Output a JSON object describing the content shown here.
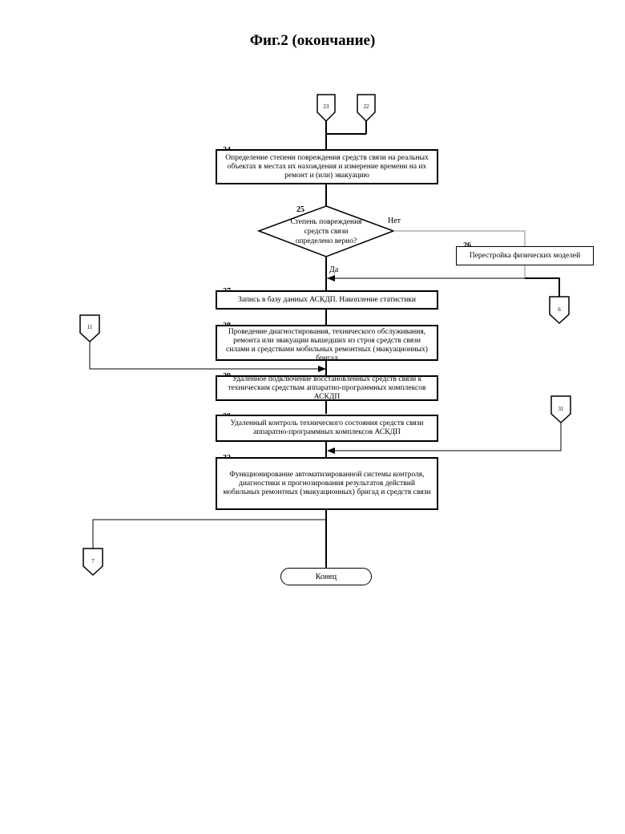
{
  "title": "Фиг.2 (окончание)",
  "connectors": {
    "c23": "23",
    "c22": "22",
    "c6": "6",
    "c11": "11",
    "c31": "31",
    "c7": "7"
  },
  "steps": {
    "s24": {
      "num": "24",
      "text": "Определение степени повреждения средств связи на реальных объектах в местах их нахождения и измерение времени на их ремонт и (или) эвакуацию"
    },
    "s25": {
      "num": "25",
      "text": "Степень повреждения средств связи определено верно?"
    },
    "s26": {
      "num": "26",
      "text": "Перестройка физических моделей"
    },
    "s27": {
      "num": "27",
      "text": "Запись в базу данных АСКДП. Накопление статистики"
    },
    "s28": {
      "num": "28",
      "text": "Проведение диагностирования, технического обслуживания, ремонта или эвакуации вышедших из строя средств связи силами и средствами мобильных ремонтных (эвакуационных) бригад"
    },
    "s29": {
      "num": "29",
      "text": "Удаленное подключение восстановленных средств связи к техническим средствам аппаратно-программных комплексов АСКДП"
    },
    "s30": {
      "num": "30",
      "text": "Удаленный контроль технического состояния средств связи аппаратно-программных комплексов АСКДП"
    },
    "s32": {
      "num": "32",
      "text": "Функционирование автоматизированной системы контроля, диагностики и прогнозирования результатов действий мобильных ремонтных (эвакуационных) бригад и средств связи"
    }
  },
  "labels": {
    "no": "Нет",
    "yes": "Да",
    "end": "Конец"
  }
}
